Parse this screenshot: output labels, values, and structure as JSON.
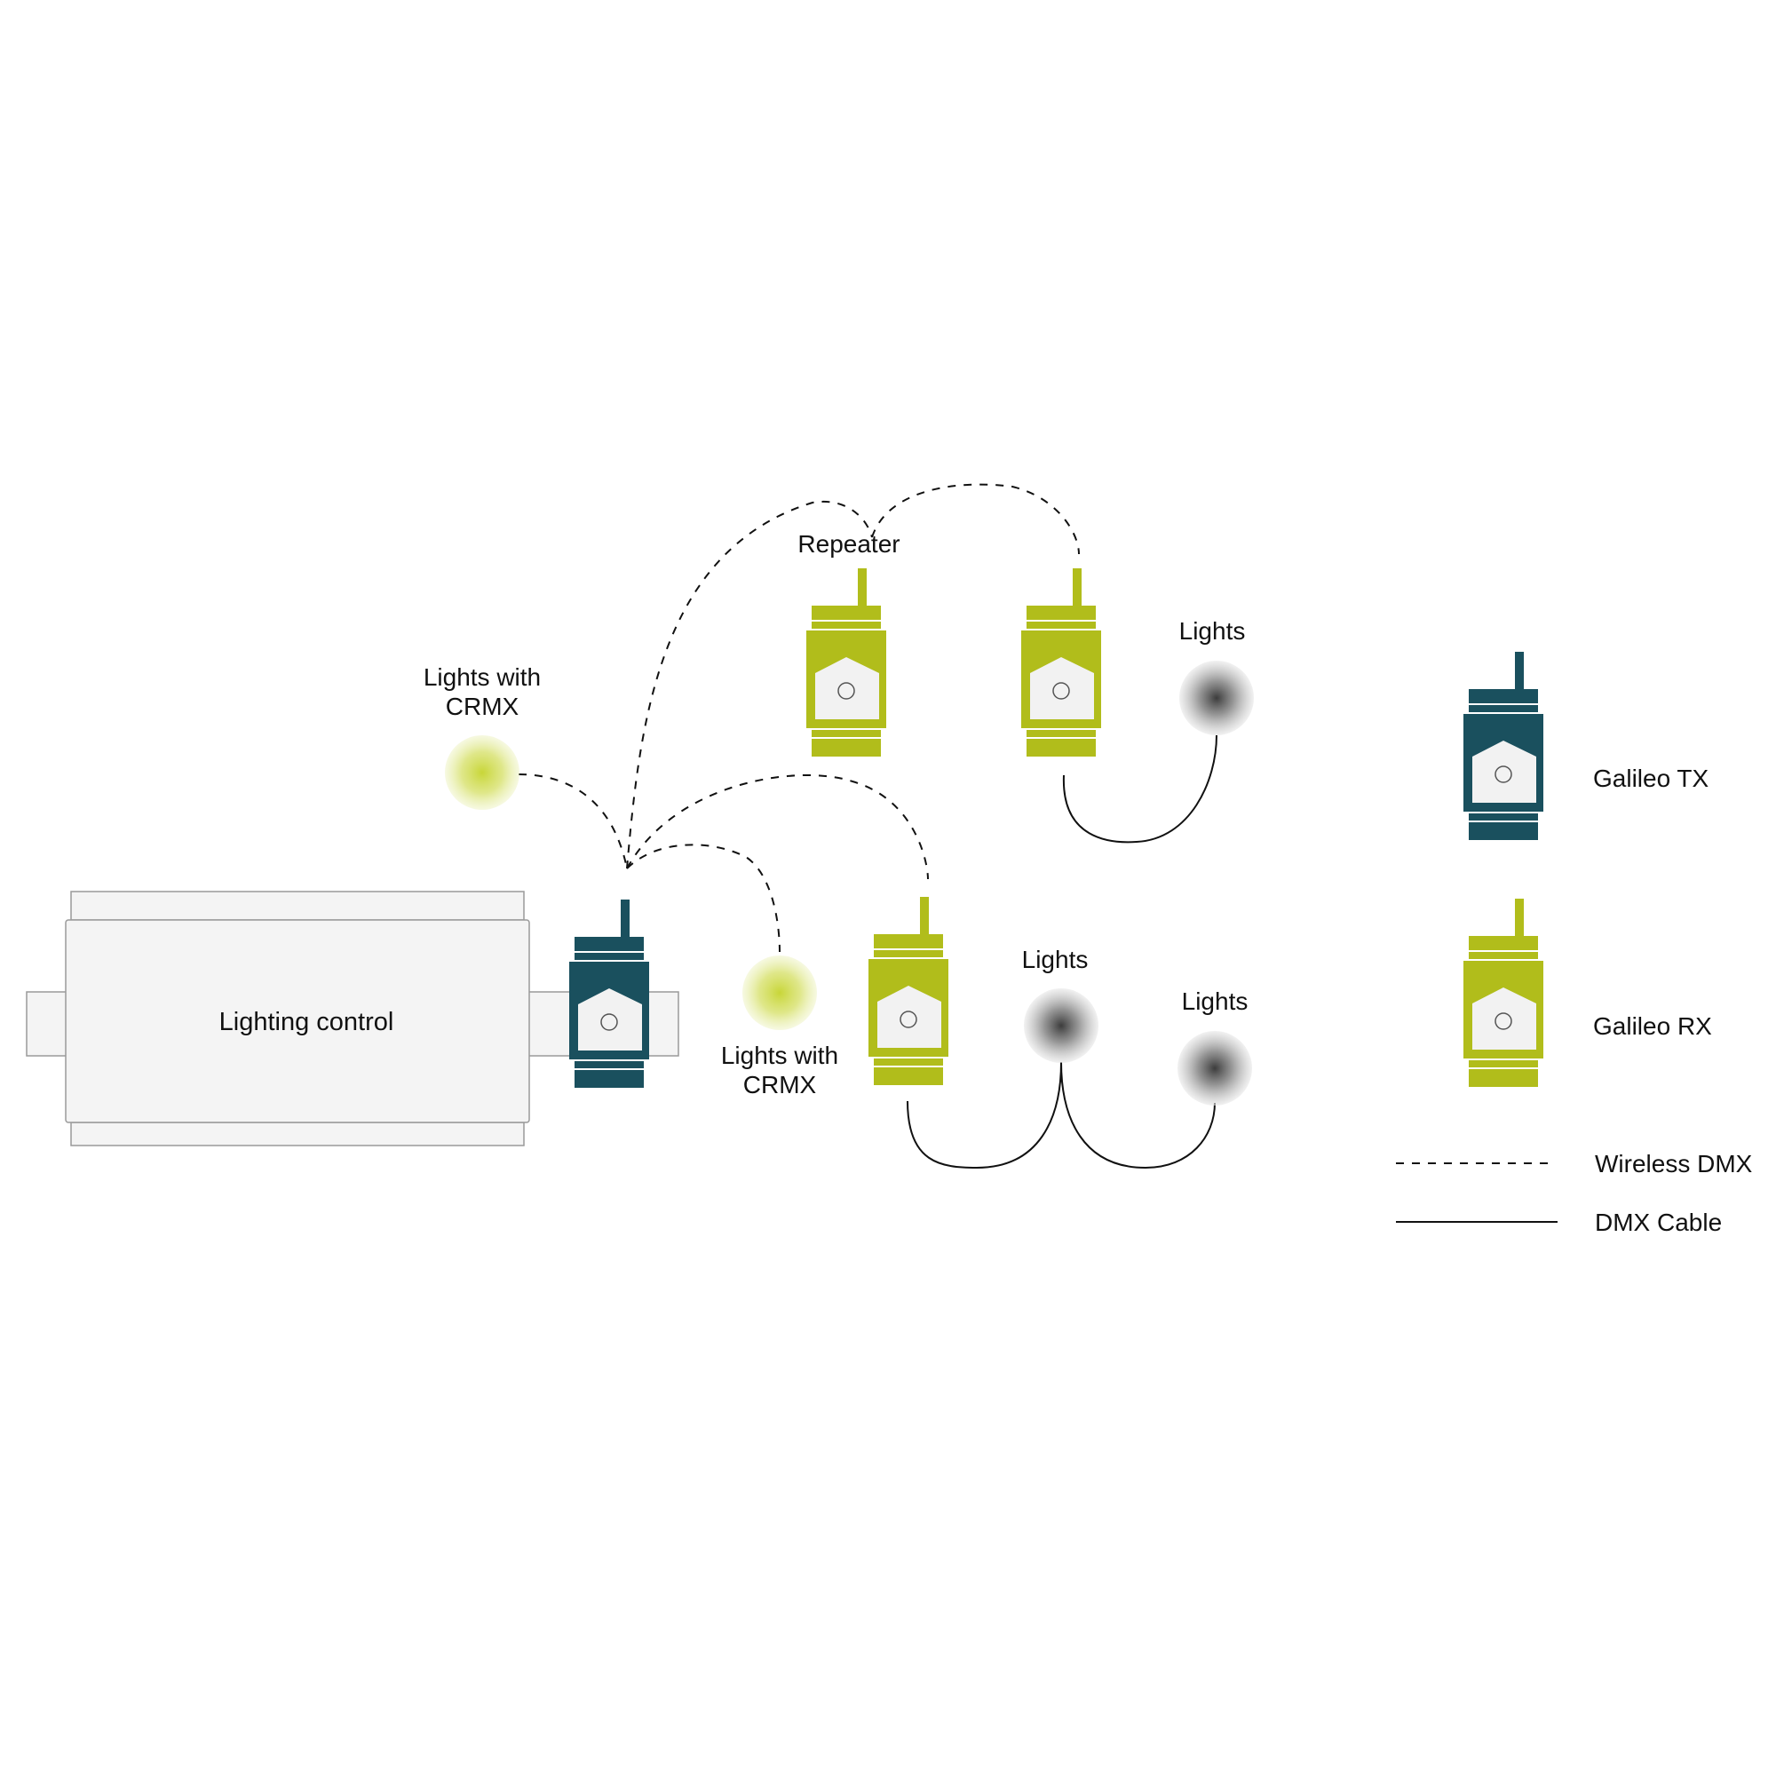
{
  "labels": {
    "lighting_control": "Lighting control",
    "repeater": "Repeater",
    "lights_top": "Lights",
    "lights_mid": "Lights",
    "lights_right": "Lights",
    "crmx_left_line1": "Lights with",
    "crmx_left_line2": "CRMX",
    "crmx_mid_line1": "Lights with",
    "crmx_mid_line2": "CRMX"
  },
  "legend": {
    "tx_label": "Galileo TX",
    "rx_label": "Galileo RX",
    "wireless_label": "Wireless DMX",
    "cable_label": "DMX Cable"
  },
  "colors": {
    "tx": "#1a505e",
    "rx": "#b1bd1b",
    "crmx_glow": "#c8d638",
    "light_dark": "#444444",
    "controller_fill": "#f4f4f4",
    "controller_stroke": "#9a9a9a"
  },
  "icons": {
    "transmitter": "galileo-tx-icon",
    "receiver": "galileo-rx-icon",
    "light": "light-fixture-icon",
    "crmx_light": "crmx-light-icon"
  }
}
